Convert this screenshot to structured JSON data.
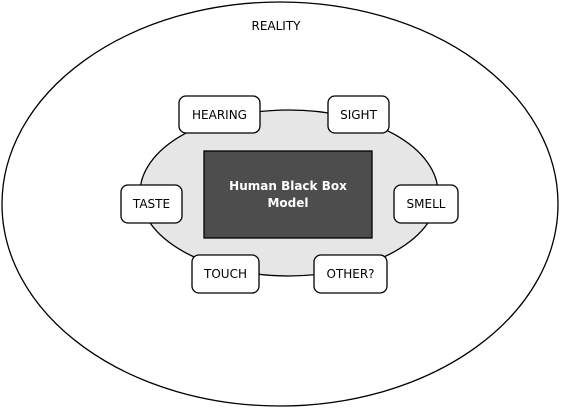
{
  "outer": {
    "label": "REALITY"
  },
  "core": {
    "line1": "Human Black Box",
    "line2": "Model"
  },
  "senses": {
    "hearing": "HEARING",
    "sight": "SIGHT",
    "taste": "TASTE",
    "smell": "SMELL",
    "touch": "TOUCH",
    "other": "OTHER?"
  },
  "colors": {
    "outer_fill": "#ffffff",
    "inner_fill": "#e6e6e6",
    "core_fill": "#4d4d4d",
    "stroke": "#000000",
    "core_text": "#ffffff"
  }
}
